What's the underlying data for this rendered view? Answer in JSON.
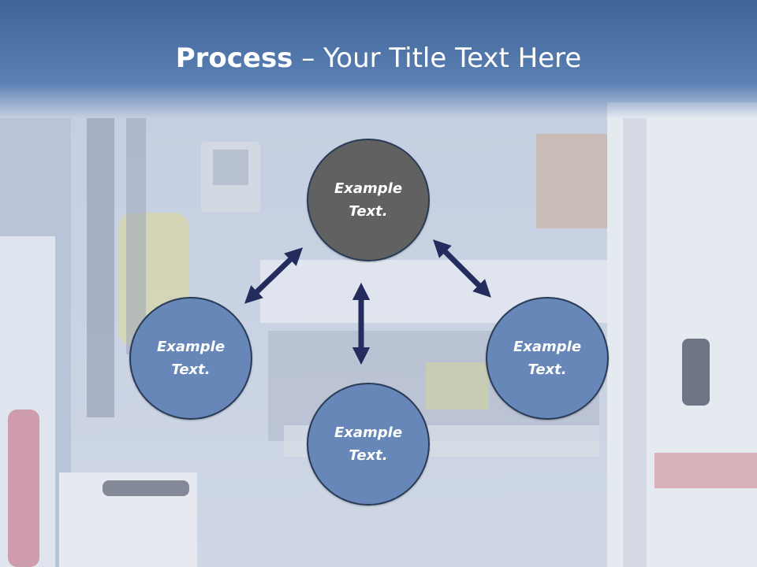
{
  "title": {
    "bold": "Process",
    "rest": " – Your Title Text Here"
  },
  "nodes": {
    "top": "Example\nText.",
    "left": "Example\nText.",
    "right": "Example\nText.",
    "bottom": "Example\nText."
  },
  "colors": {
    "title_band": "#4a6fa5",
    "node_top": "#616161",
    "node_other": "#6687b8",
    "node_border": "#2a3b57",
    "arrow": "#232c5c"
  }
}
